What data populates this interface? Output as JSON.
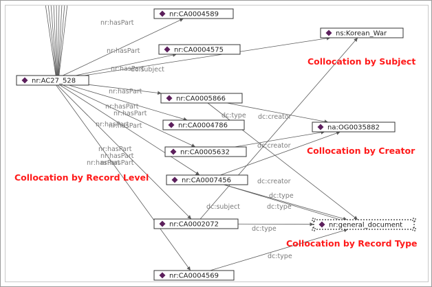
{
  "nodes": [
    {
      "id": "n1",
      "label": "nr:CA0004589"
    },
    {
      "id": "n2",
      "label": "ns:Korean_War"
    },
    {
      "id": "n3",
      "label": "nr:CA0004575"
    },
    {
      "id": "n4",
      "label": "nr:AC27_528"
    },
    {
      "id": "n5",
      "label": "nr:CA0005866"
    },
    {
      "id": "n6",
      "label": "na:OG0035882"
    },
    {
      "id": "n7",
      "label": "nr:CA0004786"
    },
    {
      "id": "n8",
      "label": "nr:CA0005632"
    },
    {
      "id": "n9",
      "label": "nr:CA0007456"
    },
    {
      "id": "n10",
      "label": "nr:CA0002072"
    },
    {
      "id": "n11",
      "label": "nr:general_document"
    },
    {
      "id": "n12",
      "label": "nr:CA0004569"
    }
  ],
  "edges": [
    {
      "from": "n4",
      "to": "n1",
      "label": "nr:hasPart"
    },
    {
      "from": "n4",
      "to": "n3",
      "label": "nr:hasPart"
    },
    {
      "from": "n4",
      "to": "n2",
      "label": "dc:subject"
    },
    {
      "from": "n4",
      "to": "n5",
      "label": "nr:hasPart"
    },
    {
      "from": "n4",
      "to": "n7",
      "label": "nr:hasPart"
    },
    {
      "from": "n4",
      "to": "n8",
      "label": "nr:hasPart"
    },
    {
      "from": "n4",
      "to": "n9",
      "label": "nr:hasPart"
    },
    {
      "from": "n4",
      "to": "n10",
      "label": "nr:hasPart"
    },
    {
      "from": "n4",
      "to": "n12",
      "label": "nr:hasPart"
    },
    {
      "from": "n5",
      "to": "n6",
      "label": "dc:creator"
    },
    {
      "from": "n5",
      "to": "n11",
      "label": "dc:type"
    },
    {
      "from": "n8",
      "to": "n6",
      "label": "dc:creator"
    },
    {
      "from": "n9",
      "to": "n6",
      "label": "dc:creator"
    },
    {
      "from": "n9",
      "to": "n11",
      "label": "dc:type"
    },
    {
      "from": "n9",
      "to": "n11",
      "label": "dc:type"
    },
    {
      "from": "n10",
      "to": "n2",
      "label": "dc:subject"
    },
    {
      "from": "n10",
      "to": "n11",
      "label": "dc:type"
    },
    {
      "from": "n12",
      "to": "n11",
      "label": "dc:type"
    }
  ],
  "annotations": {
    "subject": "Collocation by Subject",
    "creator": "Collocation by Creator",
    "record_level": "Collocation by Record Level",
    "record_type": "Collocation by Record Type"
  },
  "colors": {
    "node_marker": "#5c1f5c",
    "annotation": "#ff1a1a",
    "edge": "#5a5a5a",
    "edge_label": "#7a7a7a"
  },
  "selected_node": "n11"
}
